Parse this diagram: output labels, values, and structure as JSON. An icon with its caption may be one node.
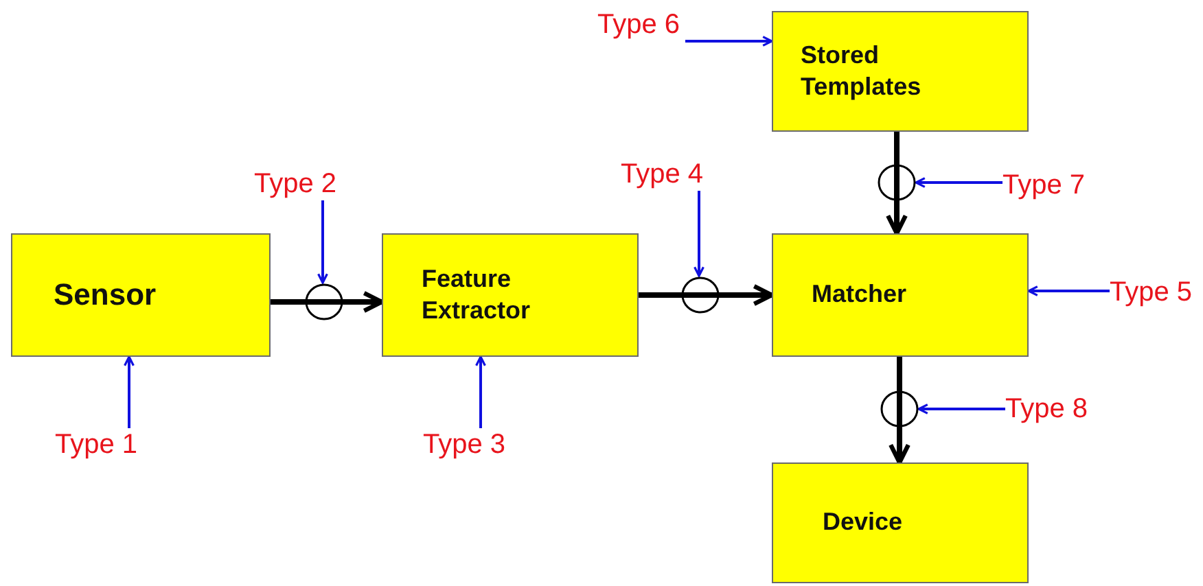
{
  "diagram": {
    "nodes": [
      {
        "text": [
          "Sensor"
        ]
      },
      {
        "text": [
          "Feature Extractor"
        ]
      },
      {
        "text": [
          "Stored Templates"
        ]
      },
      {
        "text": [
          "Matcher"
        ]
      },
      {
        "text": [
          "Device"
        ]
      },
      {
        "text": [],
        "shape": "circle"
      },
      {
        "text": [],
        "shape": "circle"
      },
      {
        "text": [],
        "shape": "circle"
      },
      {
        "text": [],
        "shape": "circle"
      },
      {
        "text": [
          "Type 1"
        ]
      },
      {
        "text": [
          "Type 2"
        ]
      },
      {
        "text": [
          "Type 3"
        ]
      },
      {
        "text": [
          "Type 4"
        ]
      },
      {
        "text": [
          "Type 5"
        ]
      },
      {
        "text": [
          "Type 6"
        ]
      },
      {
        "text": [
          "Type 7"
        ]
      },
      {
        "text": [
          "Type 8"
        ]
      }
    ],
    "edges": [
      {
        "from": 0,
        "to": 5,
        "arrow": "none",
        "style": "thick",
        "color": "#000000"
      },
      {
        "from": 5,
        "to": 1,
        "arrow": "to",
        "style": "thick",
        "color": "#000000"
      },
      {
        "from": 1,
        "to": 6,
        "arrow": "none",
        "style": "thick",
        "color": "#000000"
      },
      {
        "from": 6,
        "to": 3,
        "arrow": "to",
        "style": "thick",
        "color": "#000000"
      },
      {
        "from": 2,
        "to": 7,
        "arrow": "none",
        "style": "thick",
        "color": "#000000"
      },
      {
        "from": 7,
        "to": 3,
        "arrow": "to",
        "style": "thick",
        "color": "#000000"
      },
      {
        "from": 3,
        "to": 8,
        "arrow": "none",
        "style": "thick",
        "color": "#000000"
      },
      {
        "from": 8,
        "to": 4,
        "arrow": "to",
        "style": "thick",
        "color": "#000000"
      },
      {
        "from": 9,
        "to": 0,
        "arrow": "to",
        "color": "#1010e0"
      },
      {
        "from": 10,
        "to": 5,
        "arrow": "to",
        "color": "#1010e0"
      },
      {
        "from": 11,
        "to": 1,
        "arrow": "to",
        "color": "#1010e0"
      },
      {
        "from": 12,
        "to": 6,
        "arrow": "to",
        "color": "#1010e0"
      },
      {
        "from": 13,
        "to": 3,
        "arrow": "to",
        "color": "#1010e0"
      },
      {
        "from": 14,
        "to": 2,
        "arrow": "to",
        "color": "#1010e0"
      },
      {
        "from": 15,
        "to": 7,
        "arrow": "to",
        "color": "#1010e0"
      },
      {
        "from": 16,
        "to": 8,
        "arrow": "to",
        "color": "#1010e0"
      }
    ]
  }
}
